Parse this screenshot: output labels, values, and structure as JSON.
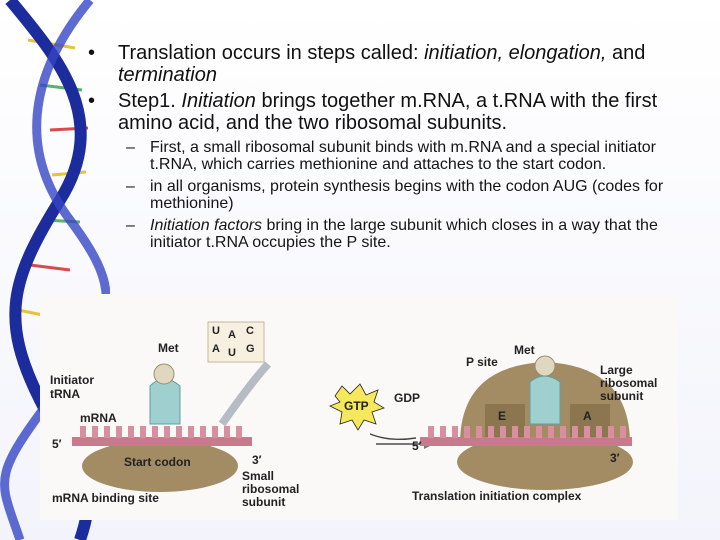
{
  "bullets": [
    {
      "plain_a": "Translation occurs in steps called: ",
      "em_a": "initiation, elongation,",
      "plain_b": " and ",
      "em_b": "termination"
    },
    {
      "plain_a": "Step1. ",
      "em_a": "Initiation",
      "plain_b": " brings together m.RNA, a t.RNA with the  first amino acid, and the two ribosomal subunits.",
      "em_b": ""
    }
  ],
  "subbullets": [
    {
      "em": "",
      "text": "First, a small ribosomal subunit binds with m.RNA and a special initiator t.RNA, which carries methionine and attaches to the start codon."
    },
    {
      "em": "",
      "text": "in all organisms, protein synthesis begins with the codon AUG (codes for methionine)"
    },
    {
      "em": "Initiation factors",
      "text": " bring in the large subunit which closes in a way that the initiator t.RNA occupies the P site."
    }
  ],
  "figure": {
    "met_left": "Met",
    "met_right": "Met",
    "codon_top": [
      "U",
      "A",
      "C"
    ],
    "codon_bottom": [
      "A",
      "U",
      "G"
    ],
    "initiator_trna": [
      "Initiator",
      "tRNA"
    ],
    "mrna": "mRNA",
    "five_prime_left": "5′",
    "three_prime_left": "3′",
    "start_codon": "Start codon",
    "small_subunit": [
      "Small",
      "ribosomal",
      "subunit"
    ],
    "binding_site": "mRNA binding site",
    "gtp": "GTP",
    "gdp": "GDP",
    "p_site": "P site",
    "e_site": "E",
    "a_site": "A",
    "large_subunit": [
      "Large",
      "ribosomal",
      "subunit"
    ],
    "five_prime_right": "5′",
    "three_prime_right": "3′",
    "complex": "Translation initiation complex"
  }
}
